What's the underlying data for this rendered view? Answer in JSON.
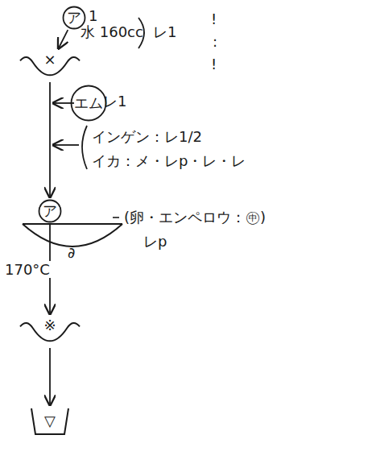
{
  "diagram": {
    "nodes": [
      {
        "text": [
          "ア"
        ]
      },
      {
        "text": [
          "×"
        ]
      },
      {
        "text": [
          "エム"
        ]
      },
      {
        "text": [
          "ア"
        ]
      },
      {
        "text": [
          "※"
        ]
      },
      {
        "text": [
          "▽"
        ]
      }
    ],
    "edges": [
      {
        "from": 0,
        "to": 1,
        "arrow": "to"
      },
      {
        "from": 1,
        "to": 3,
        "arrow": "to"
      },
      {
        "from": 3,
        "to": 4,
        "label": "170°C",
        "arrow": "to"
      },
      {
        "from": 4,
        "to": 5,
        "arrow": "to"
      }
    ],
    "labels": [
      "1",
      "水 160cc",
      "レ1",
      "!",
      ":",
      "!",
      "レ1",
      "インゲン：レ1/2",
      "イカ：メ・レp・レ・レ",
      "(卵・エンペロウ：㊥)",
      "レp",
      "∂"
    ]
  }
}
